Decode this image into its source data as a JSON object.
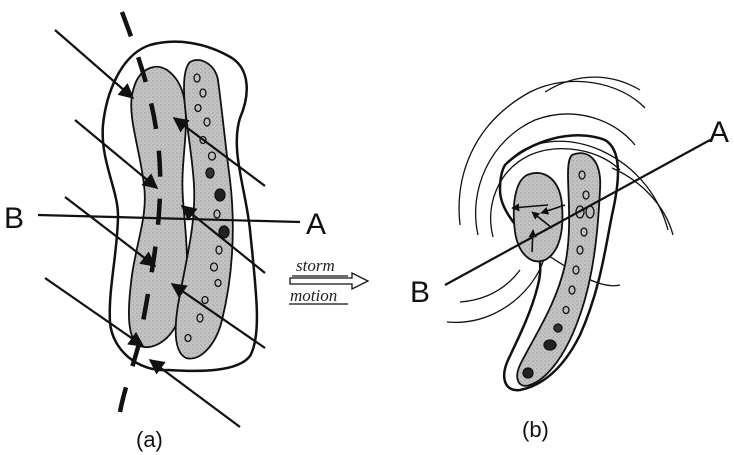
{
  "panel_a": {
    "caption": "(a)",
    "label_left": "B",
    "label_right": "A"
  },
  "panel_b": {
    "caption": "(b)",
    "label_left": "B",
    "label_right": "A"
  },
  "storm_arrow": {
    "line1": "storm",
    "line2": "motion"
  },
  "colors": {
    "ink": "#111111",
    "shading": "#bdbdbd",
    "background": "#ffffff"
  }
}
